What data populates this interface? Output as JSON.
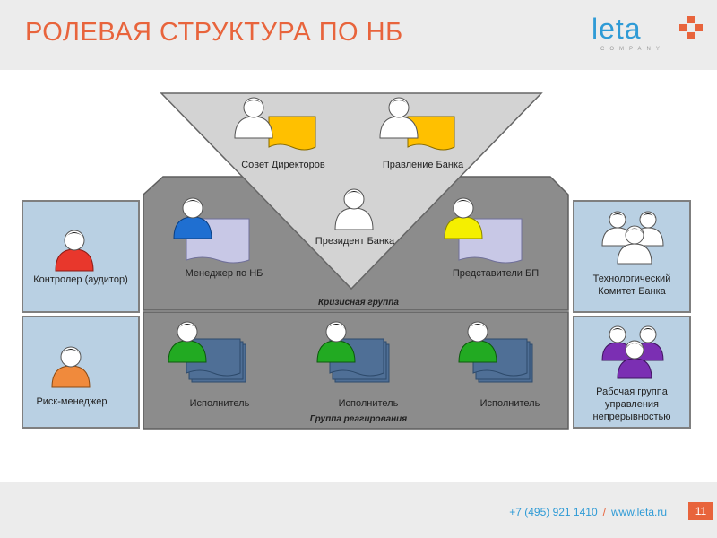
{
  "header": {
    "title": "РОЛЕВАЯ СТРУКТУРА ПО НБ"
  },
  "logo": {
    "name": "leta",
    "sub": "COMPANY"
  },
  "roles": {
    "board": "Совет Директоров",
    "management": "Правление Банка",
    "president": "Президент Банка",
    "manager": "Менеджер по НБ",
    "bp_reps": "Представители БП",
    "controller": "Контролер (аудитор)",
    "risk": "Риск-менеджер",
    "tech_committee": "Технологический Комитет Банка",
    "work_group": "Рабочая группа управления непрерывностью",
    "executor_1": "Исполнитель",
    "executor_2": "Исполнитель",
    "executor_3": "Исполнитель"
  },
  "groups": {
    "crisis": "Кризисная группа",
    "response": "Группа реагирования"
  },
  "footer": {
    "phone": "+7 (495) 921 1410",
    "separator": "/",
    "site": "www.leta.ru",
    "page": "11"
  },
  "colors": {
    "accent": "#e8643c",
    "brand": "#2f9bd6",
    "side_box": "#b9d0e3",
    "group_box": "#8c8c8c",
    "triangle": "#d3d3d3",
    "doc_yellow": "#ffc000",
    "doc_lavender": "#c8c8e6",
    "doc_blue": "#4f6f96"
  }
}
